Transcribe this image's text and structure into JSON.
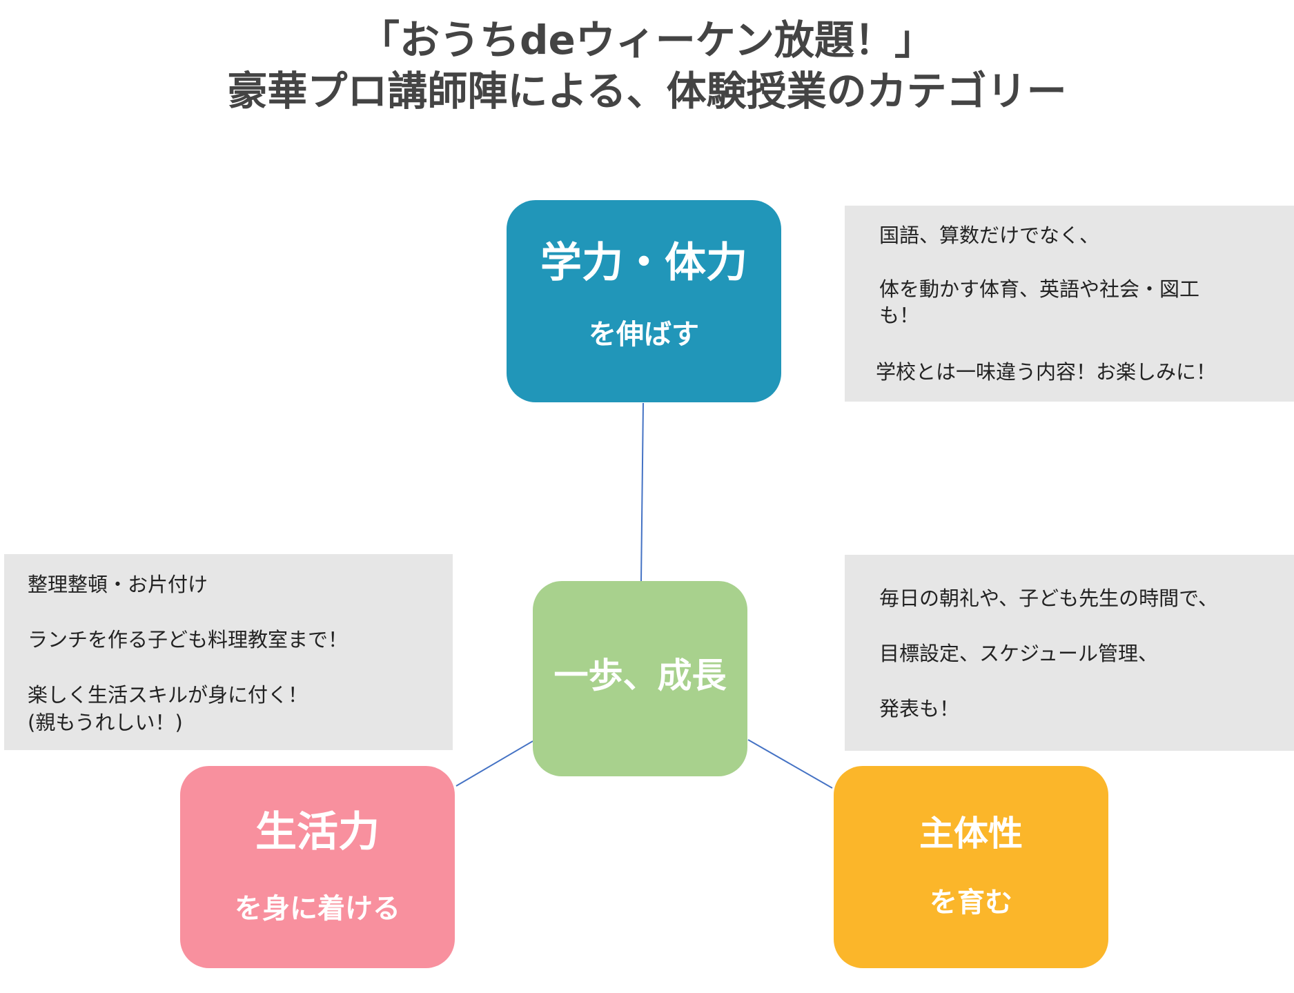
{
  "title": {
    "line1": "「おうちdeウィーケン放題！」",
    "line2": "豪華プロ講師陣による、体験授業のカテゴリー"
  },
  "nodes": {
    "academic": {
      "main": "学力・体力",
      "sub": "を伸ばす",
      "color": "#2196b9"
    },
    "growth": {
      "main": "一歩、成長",
      "color": "#a8d18d"
    },
    "life": {
      "main": "生活力",
      "sub": "を身に着ける",
      "color": "#f8909e"
    },
    "autonomy": {
      "main": "主体性",
      "sub": "を育む",
      "color": "#fbb62a"
    }
  },
  "notes": {
    "top": [
      "国語、算数だけでなく、",
      "体を動かす体育、英語や社会・図工",
      "も！",
      "学校とは一味違う内容！お楽しみに！"
    ],
    "left": [
      "整理整頓・お片付け",
      "ランチを作る子ども料理教室まで！",
      "楽しく生活スキルが身に付く！",
      "(親もうれしい！)"
    ],
    "right": [
      "毎日の朝礼や、子ども先生の時間で、",
      "目標設定、スケジュール管理、",
      "発表も！"
    ]
  },
  "connector_color": "#4472c4"
}
